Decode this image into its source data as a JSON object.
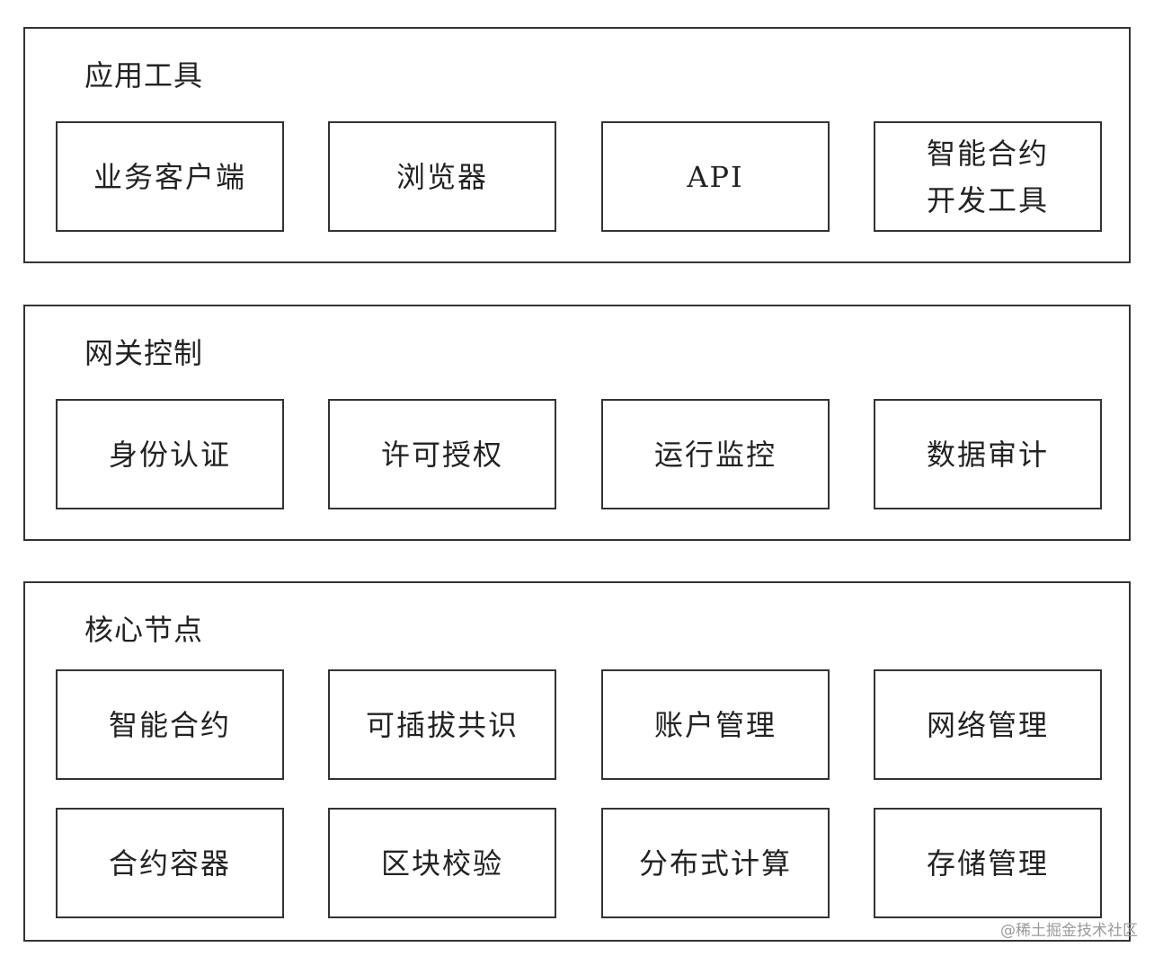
{
  "layers": [
    {
      "title": "应用工具",
      "items": [
        "业务客户端",
        "浏览器",
        "API",
        [
          "智能合约",
          "开发工具"
        ]
      ]
    },
    {
      "title": "网关控制",
      "items": [
        "身份认证",
        "许可授权",
        "运行监控",
        "数据审计"
      ]
    },
    {
      "title": "核心节点",
      "rows": [
        [
          "智能合约",
          "可插拔共识",
          "账户管理",
          "网络管理"
        ],
        [
          "合约容器",
          "区块校验",
          "分布式计算",
          "存储管理"
        ]
      ]
    }
  ],
  "watermark": "@稀土掘金技术社区"
}
